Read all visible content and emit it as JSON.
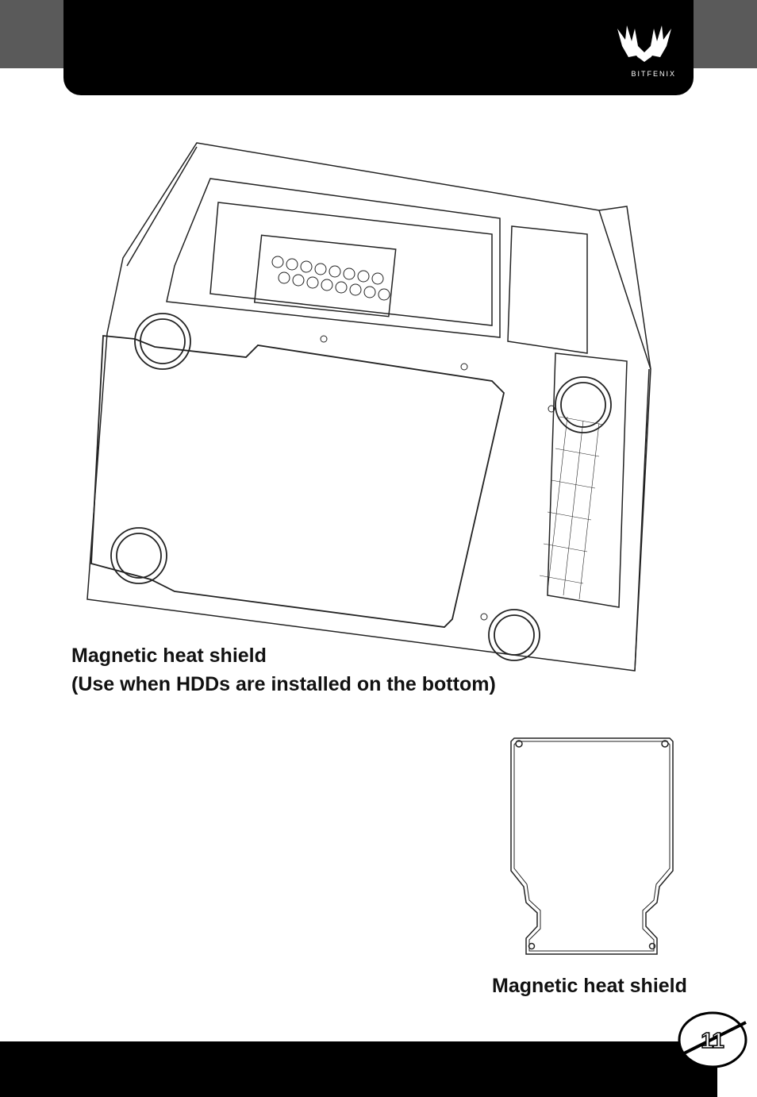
{
  "brand": {
    "logo_text": "BITFENIX"
  },
  "captions": {
    "main_line1": "Magnetic heat shield",
    "main_line2": "(Use when HDDs are installed on the bottom)",
    "small": "Magnetic heat shield"
  },
  "page": {
    "number": "11"
  },
  "colors": {
    "header": "#000000",
    "corner": "#5a5a5a",
    "line": "#222222"
  },
  "icons": {
    "logo": "bitfenix-logo-icon",
    "case": "case-illustration",
    "shield": "heat-shield-illustration"
  }
}
